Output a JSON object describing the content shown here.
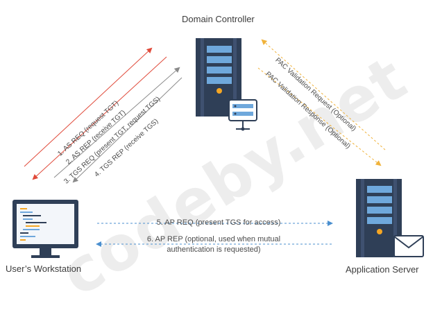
{
  "nodes": {
    "dc": "Domain Controller",
    "ws": "User’s Workstation",
    "as": "Application Server"
  },
  "messages": {
    "m1": "1. AS REQ (request TGT)",
    "m2": "2. AS REP (receive TGT)",
    "m3": "3. TGS REQ (present TGT, request TGS)",
    "m4": "4. TGS REP (receive TGS)",
    "m5": "5. AP REQ (present TGS for access)",
    "m6_line1": "6. AP REP (optional, used when mutual",
    "m6_line2": "authentication is requested)",
    "pac_req": "PAC Validation Request (Optional)",
    "pac_rep": "PAC Validation Response (Optional)"
  },
  "watermark": "codeby.net",
  "colors": {
    "server": "#2f3f57",
    "drive": "#6fa8dc",
    "led": "#f5a623",
    "as_arrow": "#e04a3a",
    "tgs_arrow": "#8a8a8a",
    "ap_arrow": "#4a8fcf",
    "pac_arrow": "#f0b23a"
  },
  "icons": [
    "server-icon",
    "network-icon",
    "monitor-icon",
    "envelope-icon"
  ]
}
